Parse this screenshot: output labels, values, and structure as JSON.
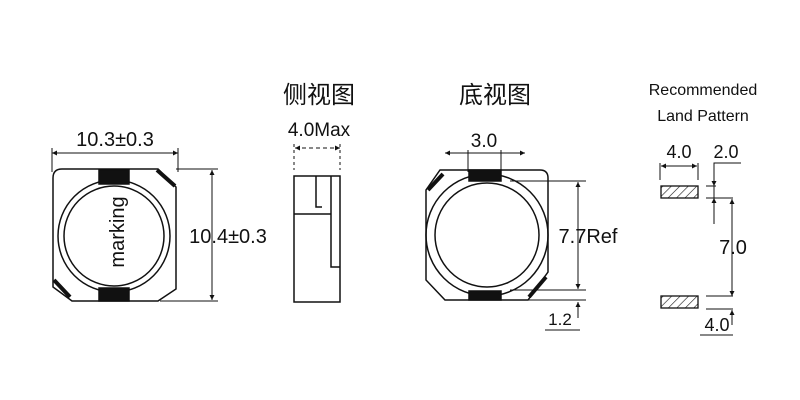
{
  "top_view": {
    "width_dim": "10.3±0.3",
    "height_dim": "10.4±0.3",
    "marking": "marking"
  },
  "side_view": {
    "title": "侧视图",
    "thickness_dim": "4.0Max"
  },
  "bottom_view": {
    "title": "底视图",
    "pad_width_dim": "3.0",
    "pad_spacing_dim": "7.7Ref",
    "pad_length_dim": "1.2"
  },
  "land_pattern": {
    "title_line1": "Recommended",
    "title_line2": "Land Pattern",
    "pad_width_dim": "4.0",
    "pad_height_dim": "2.0",
    "pad_gap_dim": "7.0",
    "bottom_dim": "4.0"
  },
  "colors": {
    "line": "#111111",
    "background": "#ffffff"
  }
}
